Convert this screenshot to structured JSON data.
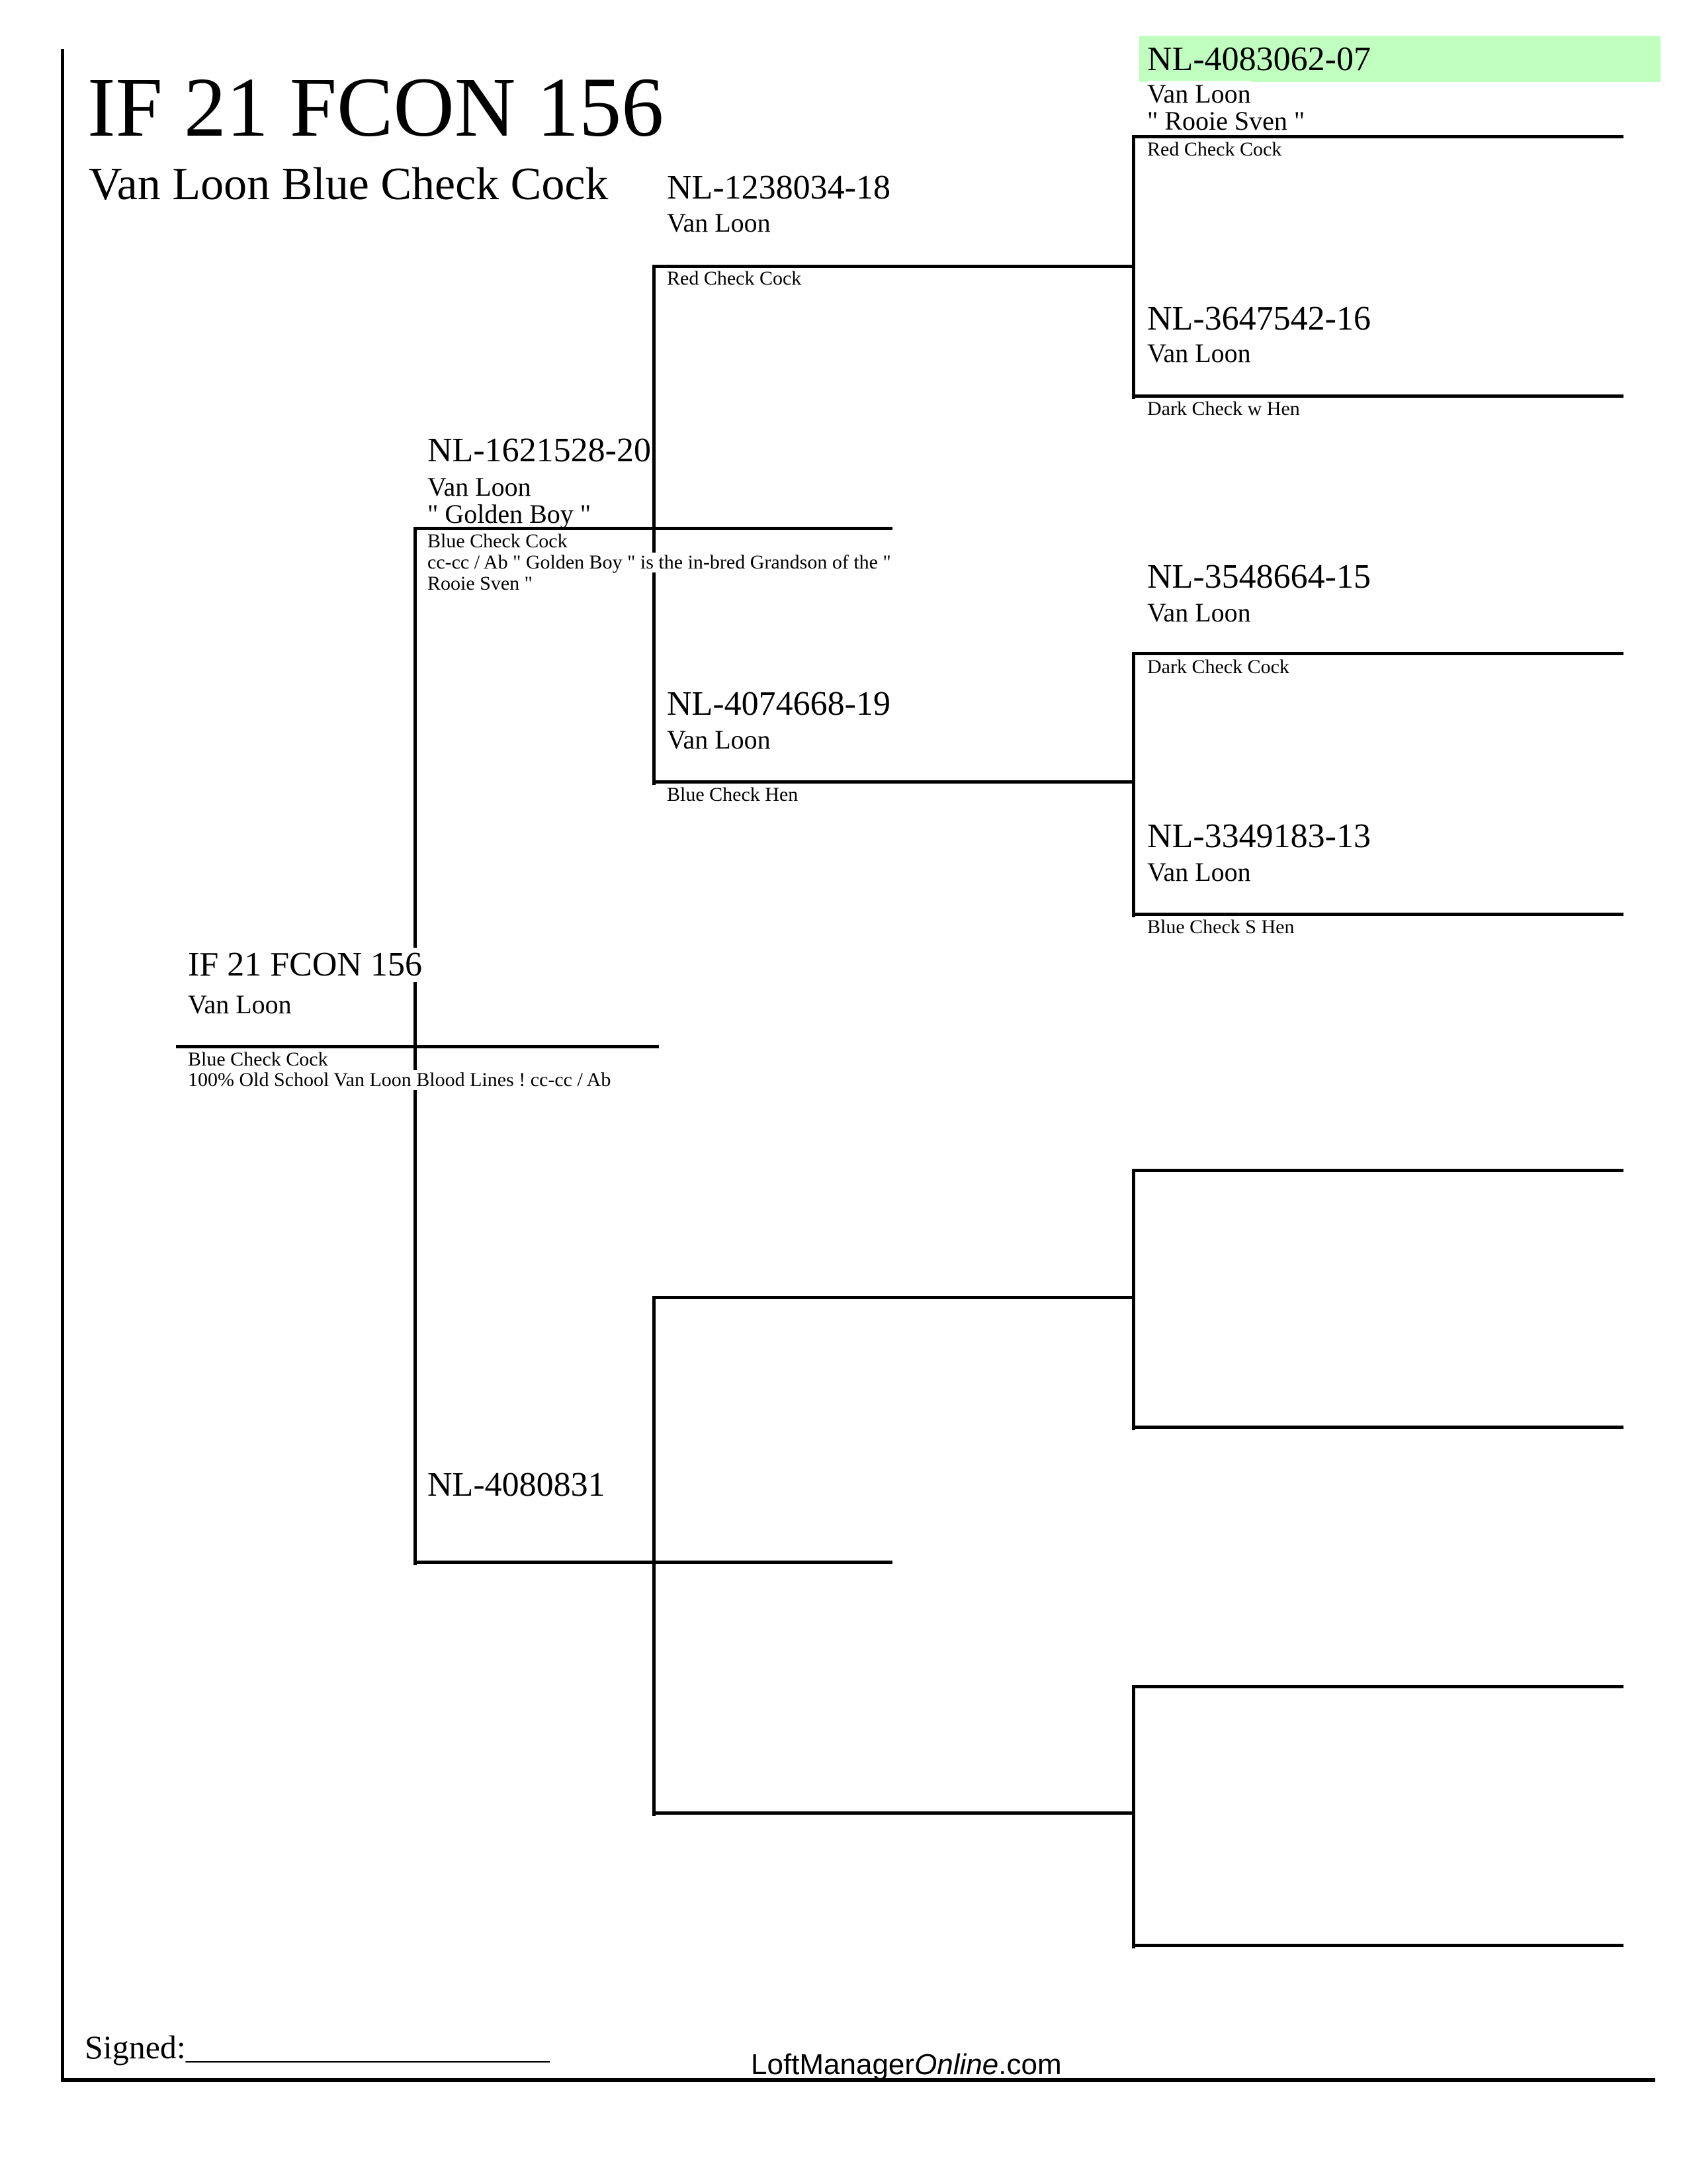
{
  "header": {
    "title": "IF 21 FCON 156",
    "subtitle": "Van Loon Blue Check Cock"
  },
  "highlight_color": "#c0ffc0",
  "subject": {
    "ring": "IF 21 FCON 156",
    "breeder": "Van Loon",
    "color_sex": "Blue Check Cock",
    "notes": "100% Old School Van Loon Blood Lines !  cc-cc / Ab"
  },
  "sire": {
    "ring": "NL-1621528-20",
    "breeder": "Van Loon",
    "name": "\" Golden Boy \"",
    "color_sex": "Blue Check Cock",
    "notes_line1": "cc-cc / Ab  \" Golden Boy \" is the in-bred Grandson of the \"",
    "notes_line2": "Rooie Sven \""
  },
  "dam": {
    "ring": "NL-4080831"
  },
  "sire_sire": {
    "ring": "NL-1238034-18",
    "breeder": "Van Loon",
    "color_sex": "Red Check Cock"
  },
  "sire_dam": {
    "ring": "NL-4074668-19",
    "breeder": "Van Loon",
    "color_sex": "Blue Check Hen"
  },
  "sire_sire_sire": {
    "ring": "NL-4083062-07",
    "breeder": "Van Loon",
    "name": "\" Rooie Sven \"",
    "color_sex": "Red Check Cock",
    "highlighted": true
  },
  "sire_sire_dam": {
    "ring": "NL-3647542-16",
    "breeder": "Van Loon",
    "color_sex": "Dark Check w Hen"
  },
  "sire_dam_sire": {
    "ring": "NL-3548664-15",
    "breeder": "Van Loon",
    "color_sex": "Dark Check Cock"
  },
  "sire_dam_dam": {
    "ring": "NL-3349183-13",
    "breeder": "Van Loon",
    "color_sex": "Blue Check S Hen"
  },
  "footer": {
    "signed_label": "Signed:",
    "signed_blank": "______________________",
    "site_part1": "LoftManager",
    "site_part2": "Online",
    "site_part3": ".com"
  }
}
